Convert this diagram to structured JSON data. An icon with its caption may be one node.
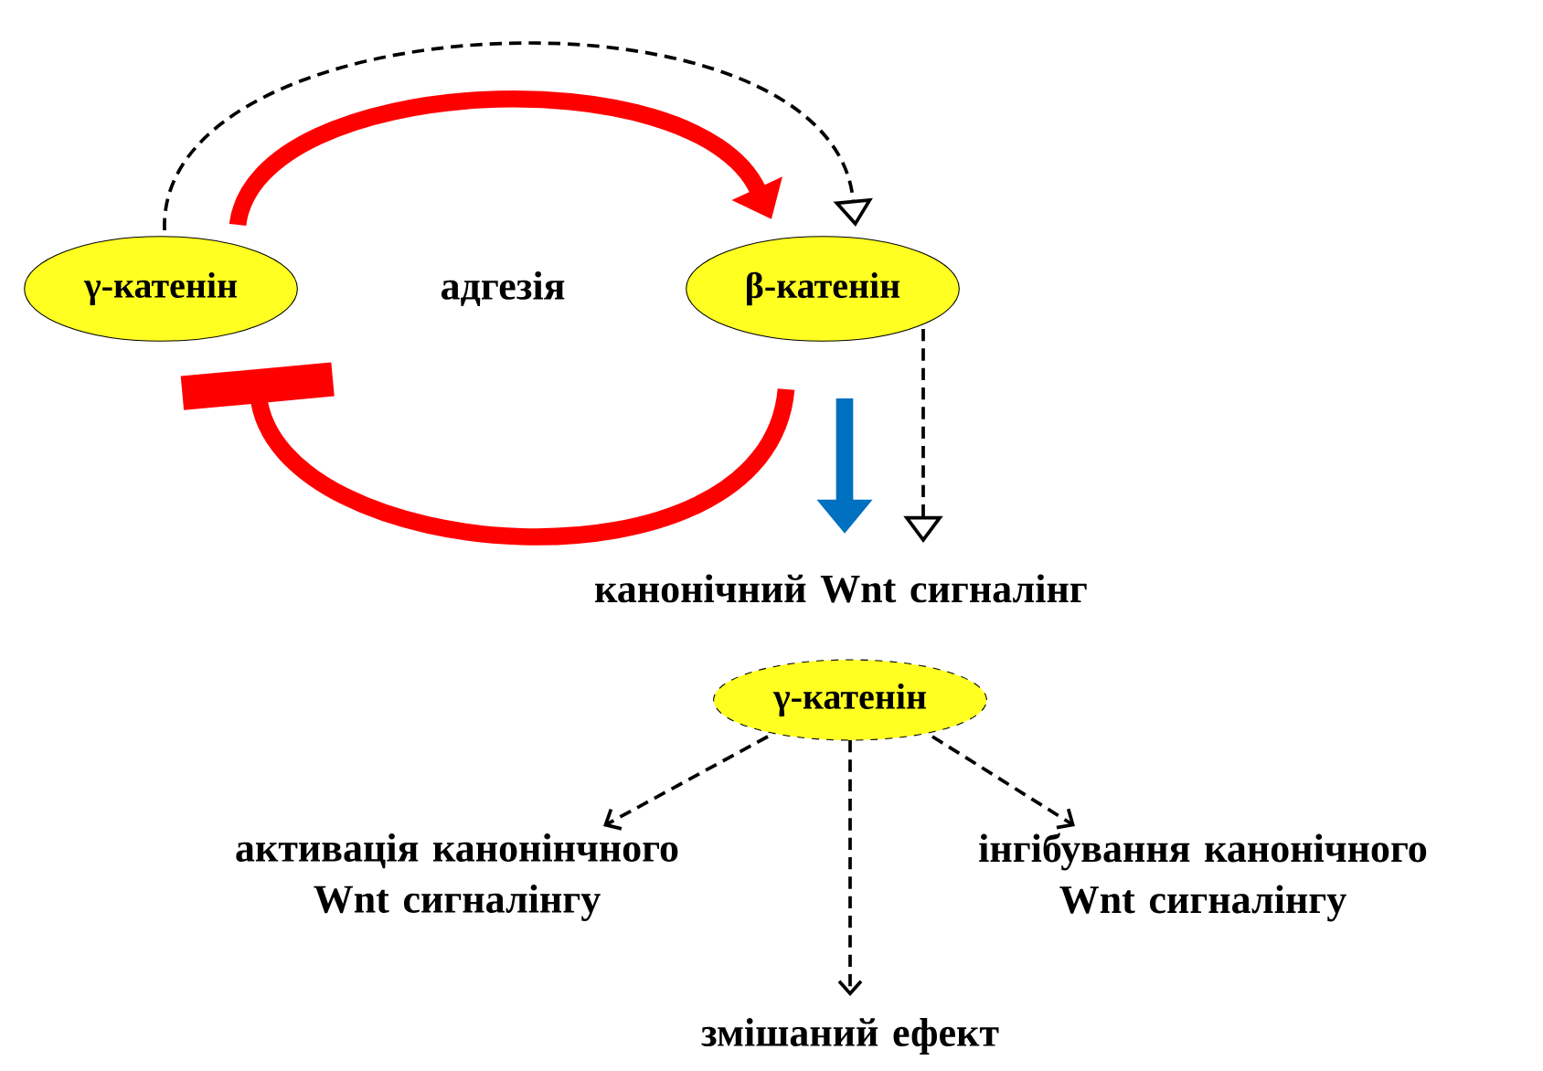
{
  "diagram": {
    "nodes": [
      {
        "text": [
          "γ-катенін"
        ]
      },
      {
        "text": [
          "β-катенін"
        ]
      },
      {
        "text": [
          "канонічний Wnt сигналінг"
        ]
      },
      {
        "text": [
          "γ-катенін"
        ]
      },
      {
        "text": [
          "активація канонінчного Wnt сигналінгу"
        ]
      },
      {
        "text": [
          "змішаний ефект"
        ]
      },
      {
        "text": [
          "інгібування канонічного Wnt сигналінгу"
        ]
      }
    ],
    "edges": [
      {
        "from": 0,
        "to": 1,
        "arrow": "to",
        "style": "thick",
        "color": "#ff0000"
      },
      {
        "from": 0,
        "to": 1,
        "arrow": "to",
        "style": "dashed"
      },
      {
        "from": 1,
        "to": 0,
        "arrow": "other",
        "style": "thick",
        "color": "#ff0000"
      },
      {
        "from": 1,
        "to": 2,
        "arrow": "to",
        "style": "thick",
        "color": "#0070c0"
      },
      {
        "from": 1,
        "to": 2,
        "arrow": "to",
        "style": "dashed"
      },
      {
        "from": 3,
        "to": 4,
        "arrow": "to",
        "style": "dashed"
      },
      {
        "from": 3,
        "to": 5,
        "arrow": "to",
        "style": "dashed"
      },
      {
        "from": 3,
        "to": 6,
        "arrow": "to",
        "style": "dashed"
      }
    ],
    "labels": [
      "адгезія"
    ]
  }
}
